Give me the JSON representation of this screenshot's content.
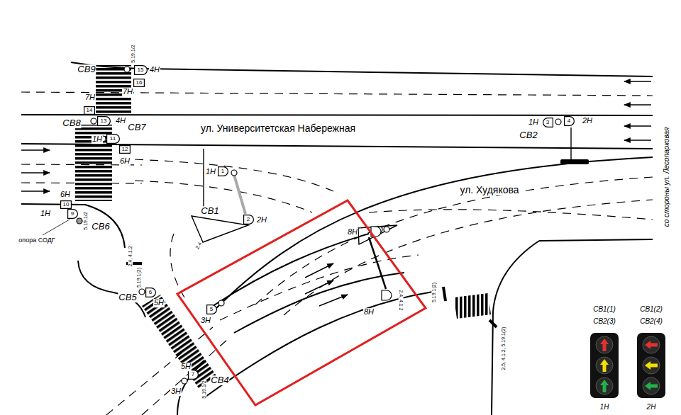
{
  "diagram": {
    "nodes": [
      {
        "text": [
          "15"
        ]
      },
      {
        "text": [
          "16"
        ]
      },
      {
        "text": [
          "14"
        ]
      },
      {
        "text": [
          "13"
        ]
      },
      {
        "text": [
          "11"
        ]
      },
      {
        "text": [
          "12"
        ]
      },
      {
        "text": [
          "3"
        ]
      },
      {
        "text": [
          "4"
        ]
      },
      {
        "text": [
          "1"
        ]
      },
      {
        "text": [
          "2"
        ]
      },
      {
        "text": [
          "10"
        ]
      },
      {
        "text": [
          "9"
        ]
      },
      {
        "text": [
          "6"
        ]
      },
      {
        "text": [
          "5"
        ]
      },
      {
        "text": [
          "7"
        ]
      }
    ],
    "labels": [
      "СВ9",
      "5.19.1/2",
      "4Н",
      "7Н",
      "7Н",
      "СВ8",
      "4Н",
      "СВ7",
      "1Н",
      "ул. Университетская Набережная",
      "6Н",
      "1Н",
      "СВ1",
      "2.4",
      "2Н",
      "СВ2",
      "1Н",
      "2Н",
      "ул. Худякова",
      "со стороны ул. Лесопарковая",
      "6Н",
      "1Н",
      "СВ6",
      "опора СОДГ",
      "5.19.1/2",
      "2.4, 4.1.2",
      "5.19.1(2)",
      "СВ5",
      "5Н",
      "8Н",
      "3Н",
      "8Н",
      "2.4, 4.1.2",
      "5.19.1(2)",
      "2.5, 4.1.2, 5.19.1(2)",
      "5Н",
      "СВ4",
      "3Н",
      "5.19.1/2"
    ],
    "legend": [
      {
        "text": "СВ1(1)"
      },
      {
        "text": "СВ2(3)"
      },
      {
        "text": "1Н"
      },
      {
        "text": "СВ1(2)"
      },
      {
        "text": "СВ2(4)"
      },
      {
        "text": "2Н"
      }
    ]
  }
}
